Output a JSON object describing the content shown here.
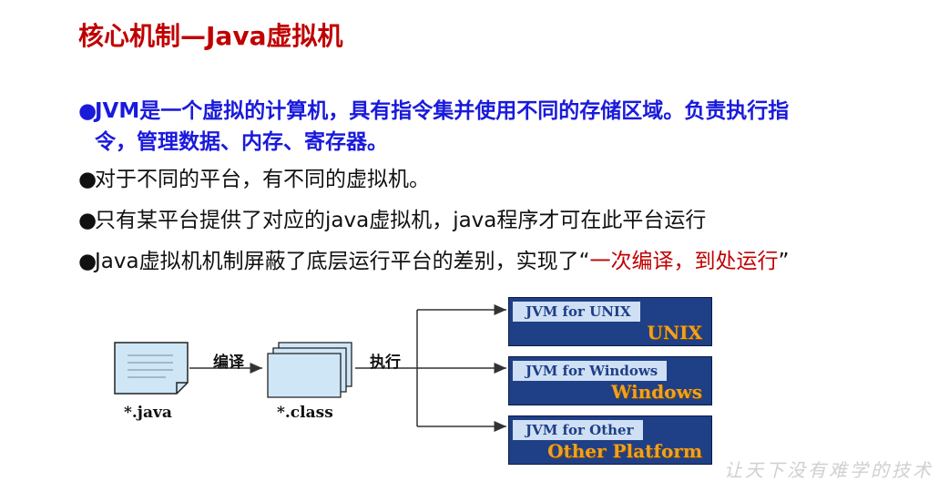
{
  "title": "核心机制—Java虚拟机",
  "bullets": [
    {
      "dot": "●",
      "line1": "JVM是一个虚拟的计算机，具有指令集并使用不同的存储区域。负责执行指",
      "line2": "令，管理数据、内存、寄存器。"
    },
    {
      "dot": "●",
      "text": "对于不同的平台，有不同的虚拟机。"
    },
    {
      "dot": "●",
      "text": "只有某平台提供了对应的java虚拟机，java程序才可在此平台运行"
    },
    {
      "dot": "●",
      "text_before": "Java虚拟机机制屏蔽了底层运行平台的差别，实现了“",
      "text_red": "一次编译，到处运行",
      "text_after": "”"
    }
  ],
  "diagram": {
    "compile_label": "编译",
    "execute_label": "执行",
    "source_label": "*.java",
    "class_label": "*.class",
    "jvms": [
      {
        "tag": "JVM for UNIX",
        "platform": "UNIX"
      },
      {
        "tag": "JVM for Windows",
        "platform": "Windows"
      },
      {
        "tag": "JVM for Other",
        "platform": "Other Platform"
      }
    ],
    "colors": {
      "box": "#1f3f86",
      "tag": "#cfe0f5",
      "platform": "#f0a020",
      "file": "#cfe6f7"
    }
  },
  "watermark": "让天下没有难学的技术"
}
